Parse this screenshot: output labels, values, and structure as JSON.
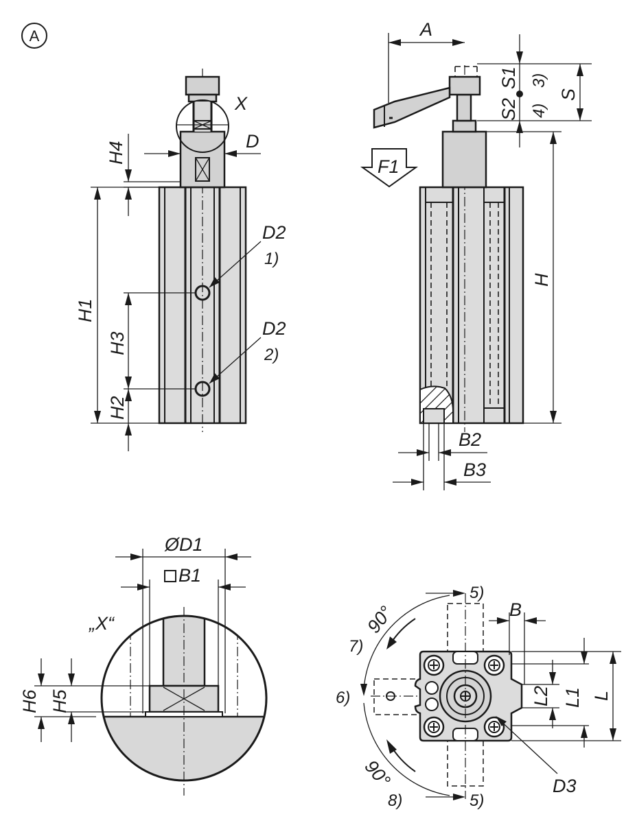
{
  "view_marker": "A",
  "labels": {
    "x": "X",
    "d": "D",
    "h4": "H4",
    "h1": "H1",
    "h3": "H3",
    "h2": "H2",
    "d2_a": "D2",
    "note_1": "1)",
    "d2_b": "D2",
    "note_2": "2)",
    "a": "A",
    "s1": "S1",
    "note_3": "3)",
    "s": "S",
    "s2": "S2",
    "note_4": "4)",
    "f1": "F1",
    "h": "H",
    "b2": "B2",
    "b3": "B3",
    "od1": "ØD1",
    "b1": "B1",
    "detail_x": "„X“",
    "h6": "H6",
    "h5": "H5",
    "note_5_top": "5)",
    "b": "B",
    "angle_top": "90°",
    "note_7": "7)",
    "note_6": "6)",
    "l2": "L2",
    "l1": "L1",
    "l": "L",
    "angle_bottom": "90°",
    "d3": "D3",
    "note_8": "8)",
    "note_5_bottom": "5)"
  },
  "colors": {
    "fill": "#dcdcdc",
    "line": "#1a1a1a",
    "background": "#ffffff"
  }
}
